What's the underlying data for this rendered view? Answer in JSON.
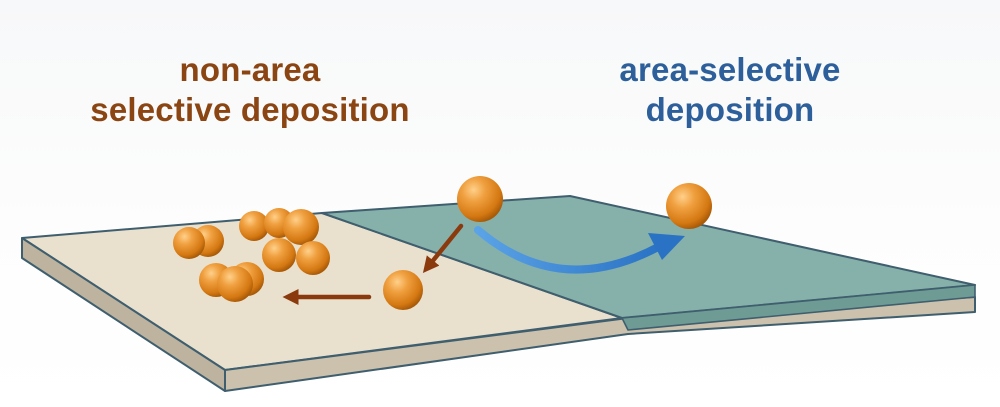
{
  "labels": {
    "non_area": {
      "line1": "non-area",
      "line2": "selective deposition"
    },
    "area_selective": {
      "line1": "area-selective",
      "line2": "deposition"
    }
  },
  "colors": {
    "non_area_text": "#8b4513",
    "area_text": "#2d5f9a",
    "substrate_top": "#e9e0cd",
    "substrate_side": "#cbc1ad",
    "substrate_edge": "#3f5e6e",
    "growth_area_top": "#86b0aa",
    "growth_area_side": "#6f9b95",
    "particle": "#e48a1d",
    "arrow_brown": "#8b3a0e",
    "arrow_blue": "#2f7fcf"
  },
  "icons": [
    "particle-sphere-icon",
    "arrow-left-icon",
    "curved-arrow-icon"
  ]
}
